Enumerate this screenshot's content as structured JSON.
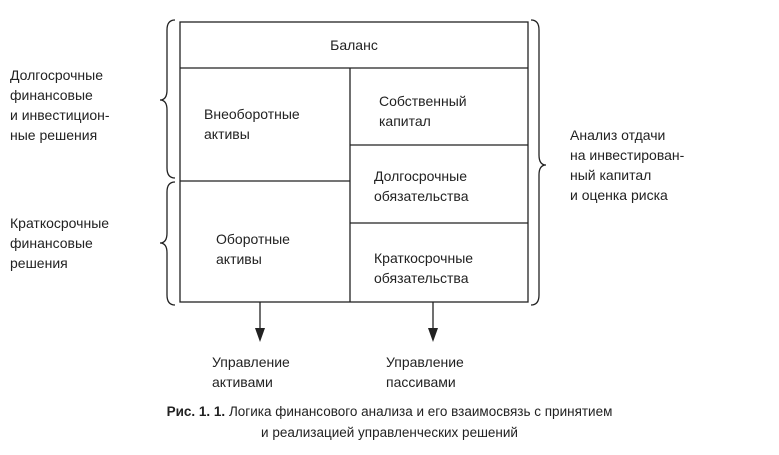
{
  "balance": {
    "title": "Баланс",
    "non_current_assets": "Внеоборотные\nактивы",
    "current_assets": "Оборотные\nактивы",
    "equity": "Собственный\nкапитал",
    "long_term_liabilities": "Долгосрочные\nобязательства",
    "short_term_liabilities": "Краткосрочные\nобязательства"
  },
  "left_labels": {
    "long_term": "Долгосрочные\nфинансовые\nи инвестицион-\nные решения",
    "short_term": "Краткосрочные\nфинансовые\nрешения"
  },
  "right_label": "Анализ отдачи\nна инвестирован-\nный капитал\nи оценка риска",
  "outputs": {
    "assets_management": "Управление\nактивами",
    "liabilities_management": "Управление\nпассивами"
  },
  "caption": {
    "label": "Рис. 1. 1.",
    "line1": " Логика финансового анализа и его взаимосвязь с принятием",
    "line2": "и реализацией управленческих решений"
  }
}
